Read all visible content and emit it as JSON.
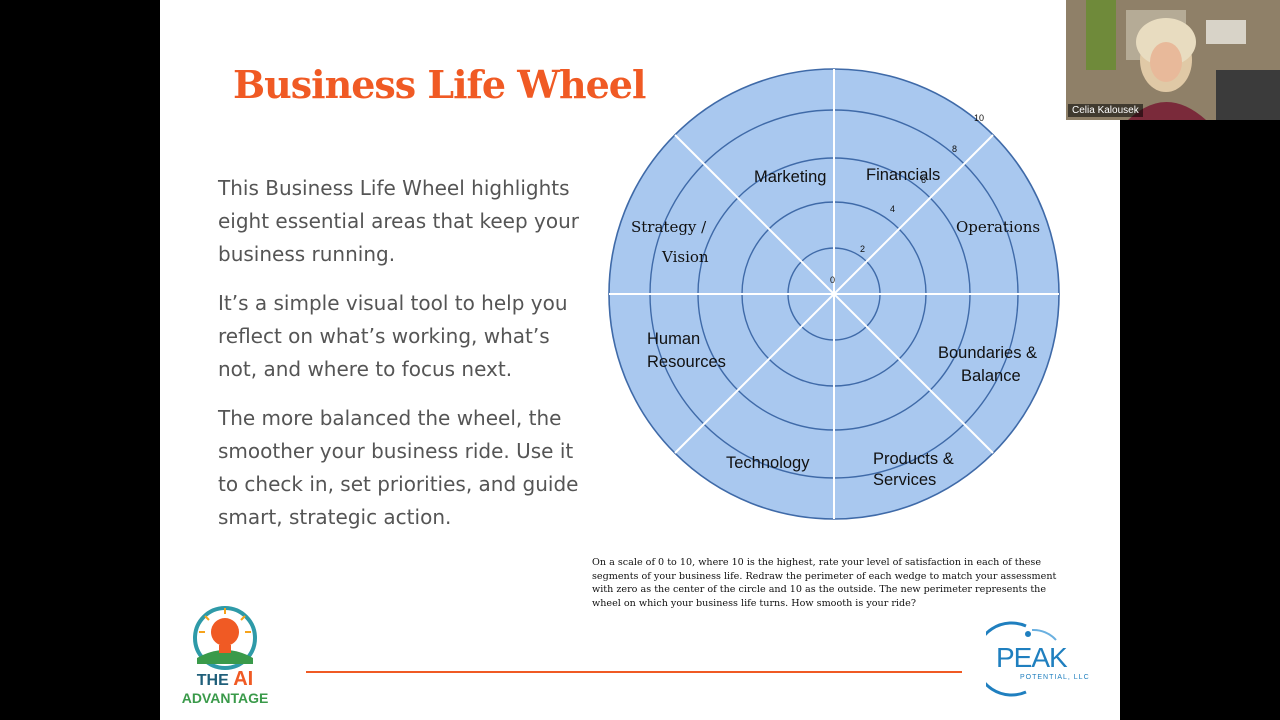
{
  "slide": {
    "title": "Business Life Wheel",
    "paragraphs": [
      "This Business Life Wheel highlights eight essential areas that keep your business running.",
      "It’s a simple visual tool to help you reflect on what’s working, what’s not, and where to focus next.",
      "The more balanced the wheel, the smoother your business ride. Use it to check in, set priorities, and guide smart, strategic action."
    ],
    "wheel": {
      "segments": {
        "marketing": "Marketing",
        "financials": "Financials",
        "operations": "Operations",
        "boundaries_line1": "Boundaries &",
        "boundaries_line2": "Balance",
        "products_line1": "Products &",
        "products_line2": "Services",
        "technology": "Technology",
        "human_line1": "Human",
        "human_line2": "Resources",
        "strategy_line1": "Strategy /",
        "strategy_line2": "Vision"
      },
      "scale": [
        "0",
        "2",
        "4",
        "6",
        "8",
        "10"
      ],
      "fill_color": "#a9c8ef",
      "stroke_color": "#3f6aa8"
    },
    "instructions": "On a scale of 0 to 10, where 10 is the highest, rate your level of satisfaction in each of these segments of your business life. Redraw the perimeter of each wedge to match your assessment with zero as the center of the circle and 10 as the outside. The new perimeter represents the wheel on which your business life turns. How smooth is your ride?",
    "logos": {
      "ai_the": "THE",
      "ai_ai": "AI",
      "ai_advantage": "ADVANTAGE",
      "peak": "PEAK",
      "peak_sub": "POTENTIAL, LLC"
    },
    "accent_color": "#f05a24"
  },
  "video": {
    "participant_name": "Celia Kalousek"
  }
}
